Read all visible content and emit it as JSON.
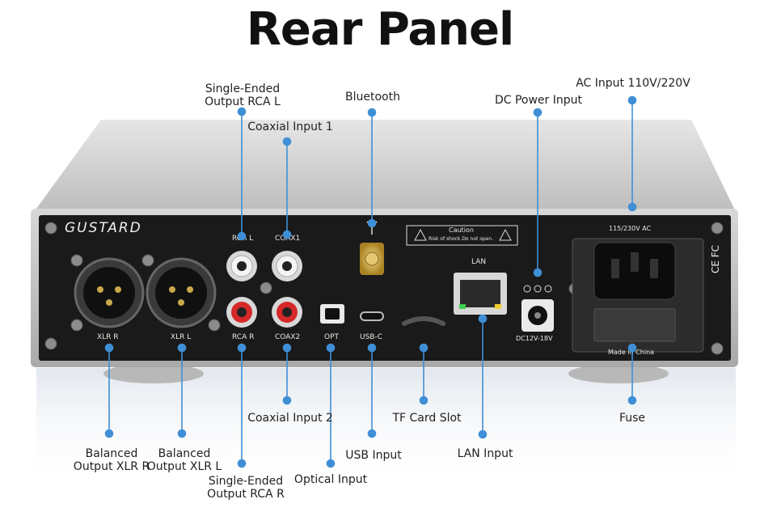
{
  "title": "Rear Panel",
  "callouts": {
    "se_rca_l": [
      "Single-Ended",
      "Output RCA L"
    ],
    "coax1": "Coaxial Input 1",
    "bluetooth": "Bluetooth",
    "dc_power": "DC Power Input",
    "ac_input": "AC Input 110V/220V",
    "coax2": "Coaxial Input 2",
    "tf_card": "TF Card Slot",
    "fuse": "Fuse",
    "usb": "USB Input",
    "lan": "LAN Input",
    "bal_r": [
      "Balanced",
      "Output XLR R"
    ],
    "bal_l": [
      "Balanced",
      "Output XLR L"
    ],
    "se_rca_r": [
      "Single-Ended",
      "Output RCA R"
    ],
    "optical": "Optical Input"
  },
  "panel": {
    "brand": "GUSTARD",
    "xlr_r": "XLR R",
    "xlr_l": "XLR L",
    "rca_l": "RCA L",
    "rca_r": "RCA R",
    "coax1": "COAX1",
    "coax2": "COAX2",
    "opt": "OPT",
    "usbc": "USB-C",
    "lan": "LAN",
    "caution_title": "Caution",
    "caution_text": "Risk of shock.Do not open.",
    "dc_spec": "DC12V-18V",
    "ac_spec": "115/230V AC",
    "made_in": "Made in China",
    "cert": "CE FC"
  },
  "colors": {
    "callout_blue": "#3f8fd6",
    "panel_black": "#1a1a1a",
    "chassis": "#c9c9c9"
  }
}
